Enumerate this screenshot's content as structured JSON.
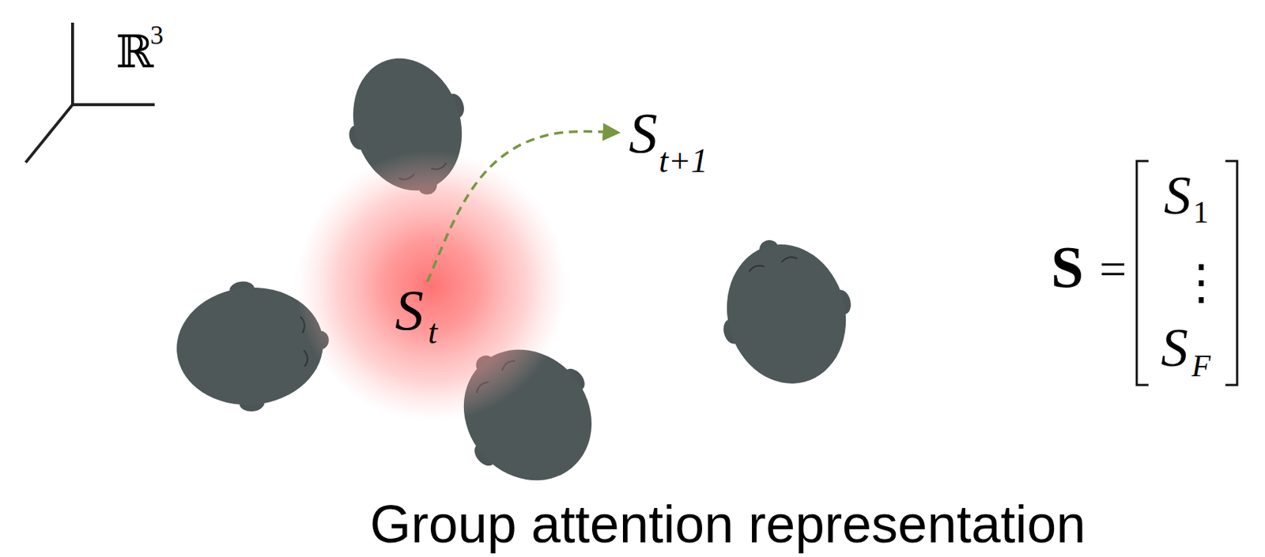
{
  "diagram": {
    "caption": "Group attention representation",
    "labels": [
      "ℝ",
      "3",
      "S",
      "t",
      "S",
      "t+1",
      "S",
      "=",
      "S",
      "1",
      "⋮",
      "S",
      "F"
    ]
  }
}
